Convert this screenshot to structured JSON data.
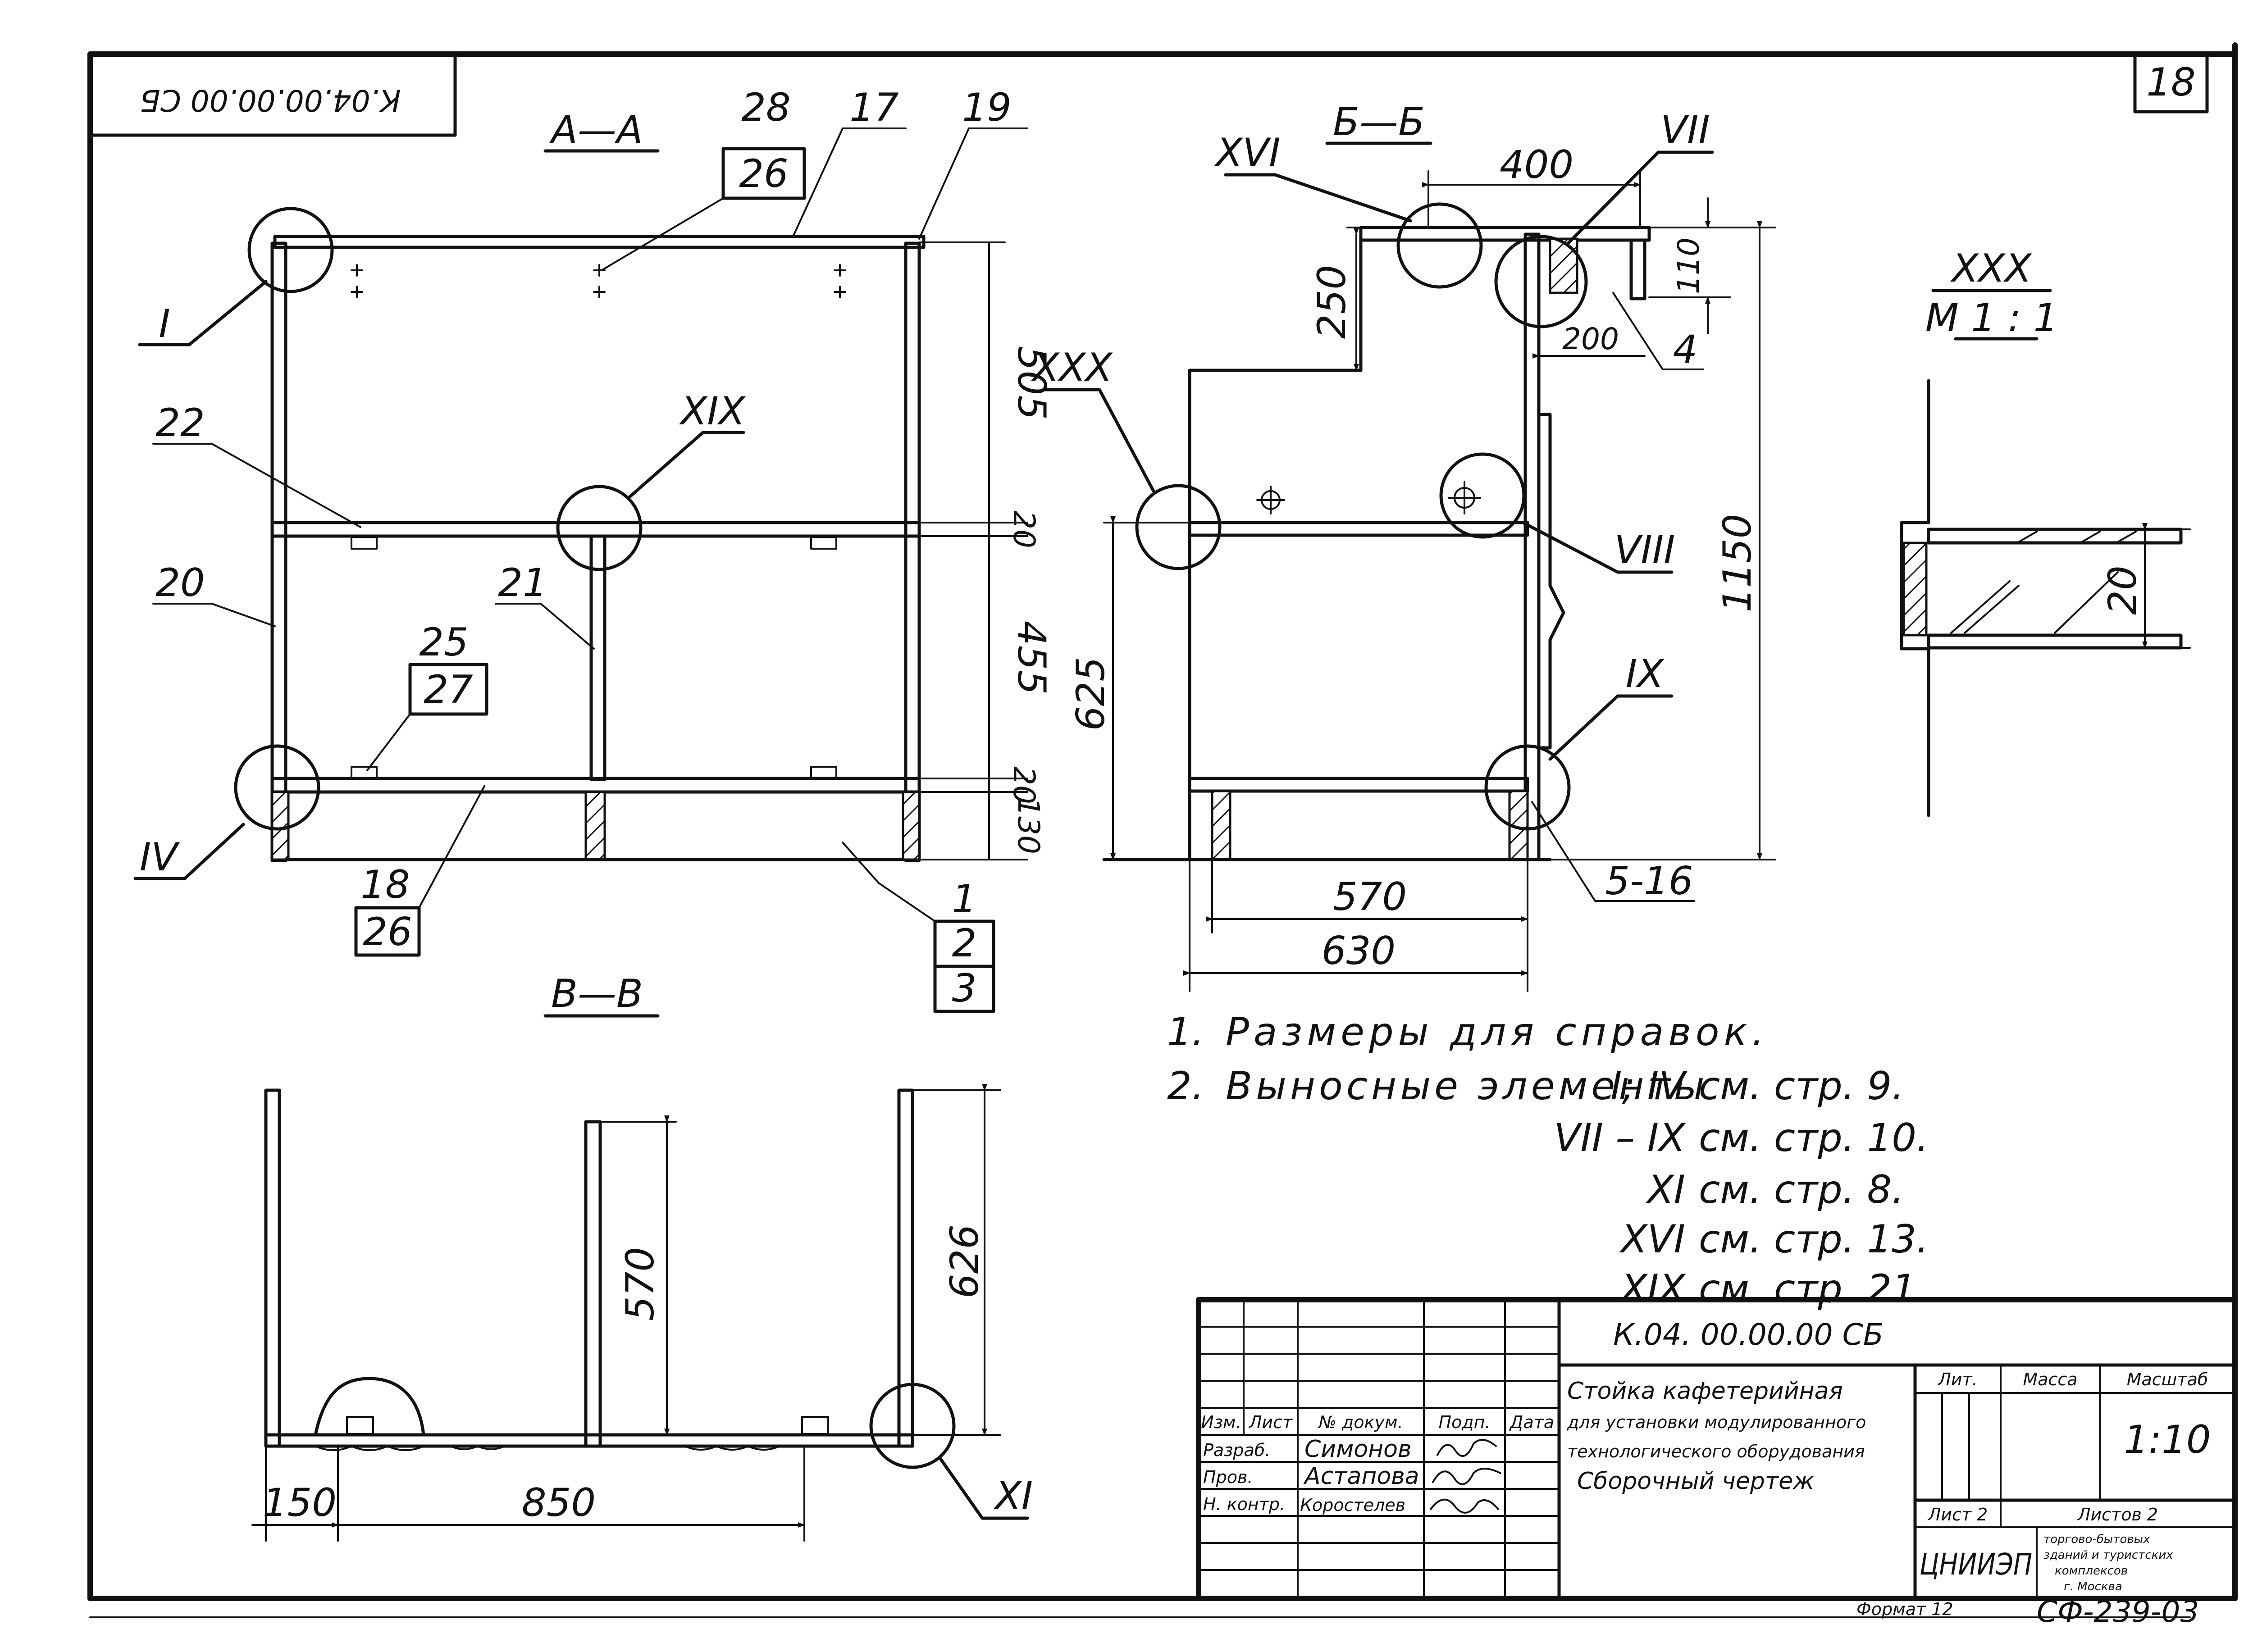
{
  "sheet": {
    "page_number": "18",
    "side_stamp": "К.04.00.00.00 СБ"
  },
  "view_aa": {
    "title": "А—А",
    "callouts": {
      "n28": "28",
      "n26_top": "26",
      "n17": "17",
      "n19": "19",
      "n22": "22",
      "n20": "20",
      "n21": "21",
      "n25": "25",
      "n27": "27",
      "n18": "18",
      "n26_bottom": "26",
      "n1": "1",
      "n2": "2",
      "n3": "3"
    },
    "details": {
      "d1": "I",
      "d4": "IV",
      "d19": "XIX"
    },
    "dims": {
      "d505": "505",
      "d20a": "20",
      "d455": "455",
      "d20b": "20",
      "d130": "130"
    }
  },
  "view_bb": {
    "title": "Б—Б",
    "callouts": {
      "n4": "4",
      "n5_16": "5-16"
    },
    "details": {
      "d16": "XVI",
      "d7": "VII",
      "d30": "XXX",
      "d8": "VIII",
      "d9": "IX"
    },
    "dims": {
      "d400": "400",
      "d110": "110",
      "d250": "250",
      "d200": "200",
      "d1150": "1150",
      "d625": "625",
      "d570": "570",
      "d630": "630"
    }
  },
  "view_xxx": {
    "title": "XXX",
    "scale": "М 1 : 1",
    "dim": "20"
  },
  "view_vv": {
    "title": "В—В",
    "details": {
      "d11": "XI"
    },
    "dims": {
      "d570": "570",
      "d626": "626",
      "d150": "150",
      "d850": "850"
    }
  },
  "notes": {
    "n1_num": "1.",
    "n1_text": "Размеры для справок.",
    "n2_num": "2.",
    "n2_text": "Выносные элементы",
    "refs": [
      {
        "elem": "I; IV",
        "ref": "см. стр. 9."
      },
      {
        "elem": "VII – IX",
        "ref": "см. стр. 10."
      },
      {
        "elem": "XI",
        "ref": "см. стр. 8."
      },
      {
        "elem": "XVI",
        "ref": "см. стр. 13."
      },
      {
        "elem": "XIX",
        "ref": "см. стр. 21."
      }
    ]
  },
  "title_block": {
    "doc_code": "К.04. 00.00.00  СБ",
    "name_line1": "Стойка кафетерийная",
    "name_line2": "для установки модулированного",
    "name_line3": "технологического оборудования",
    "name_line4": "Сборочный чертеж",
    "hdr_izm": "Изм.",
    "hdr_list": "Лист",
    "hdr_doc": "№ докум.",
    "hdr_podp": "Подп.",
    "hdr_data": "Дата",
    "r1_role": "Разраб.",
    "r1_name": "Симонов",
    "r2_role": "Пров.",
    "r2_name": "Астапова",
    "r3_role": "Н. контр.",
    "r3_name": "Коростелев",
    "lit": "Лит.",
    "massa": "Масса",
    "masshtab": "Масштаб",
    "scale_value": "1:10",
    "sheet_label": "Лист 2",
    "sheets_label": "Листов 2",
    "org_logo": "ЦНИИЭП",
    "org_line1": "торгово-бытовых",
    "org_line2": "зданий и туристских",
    "org_line3": "комплексов",
    "org_line4": "г. Москва"
  },
  "footer": {
    "format": "Формат 12",
    "code": "СФ-239-03"
  }
}
